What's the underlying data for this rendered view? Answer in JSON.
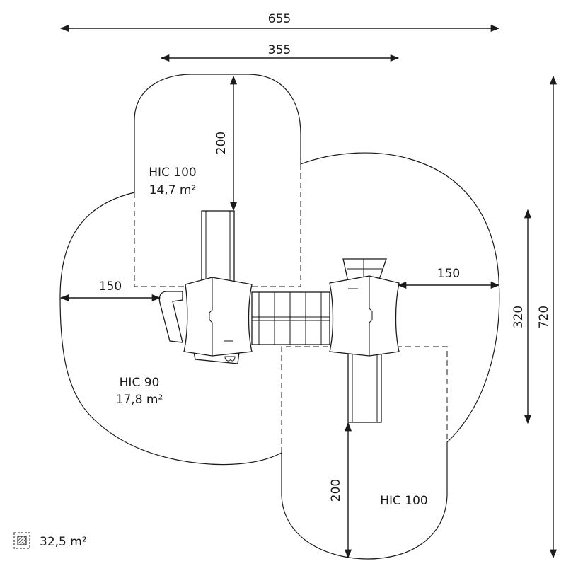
{
  "dimensions": {
    "total_width": "655",
    "inner_width": "355",
    "top_zone_depth": "200",
    "bottom_zone_depth": "200",
    "left_clearance": "150",
    "right_clearance": "150",
    "height_320": "320",
    "total_height": "720"
  },
  "zones": {
    "top_hic": "HIC 100",
    "top_area": "14,7 m²",
    "main_hic": "HIC 90",
    "main_area": "17,8 m²",
    "bottom_hic": "HIC 100"
  },
  "legend": {
    "total_area": "32,5 m²",
    "icon": "hatched-square-icon"
  }
}
